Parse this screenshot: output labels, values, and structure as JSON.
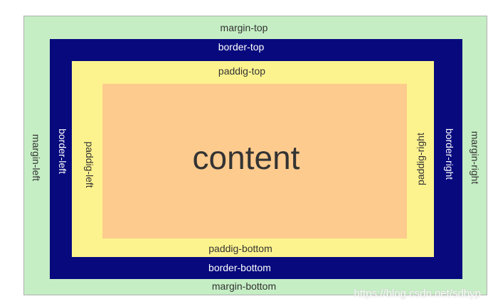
{
  "colors": {
    "margin": "#c5eec4",
    "border": "#07097d",
    "padding": "#fdf38e",
    "content": "#fdcb8e",
    "dark_text": "#333333",
    "light_text": "#ffffff"
  },
  "labels": {
    "margin_top": "margin-top",
    "margin_bottom": "margin-bottom",
    "margin_left": "margin-left",
    "margin_right": "margin-right",
    "border_top": "border-top",
    "border_bottom": "border-bottom",
    "border_left": "border-left",
    "border_right": "border-right",
    "padding_top": "paddig-top",
    "padding_bottom": "paddig-bottom",
    "padding_left": "paddig-left",
    "padding_right": "paddig-right",
    "content": "content"
  },
  "watermark": "https://blog.csdn.net/sdbyp"
}
